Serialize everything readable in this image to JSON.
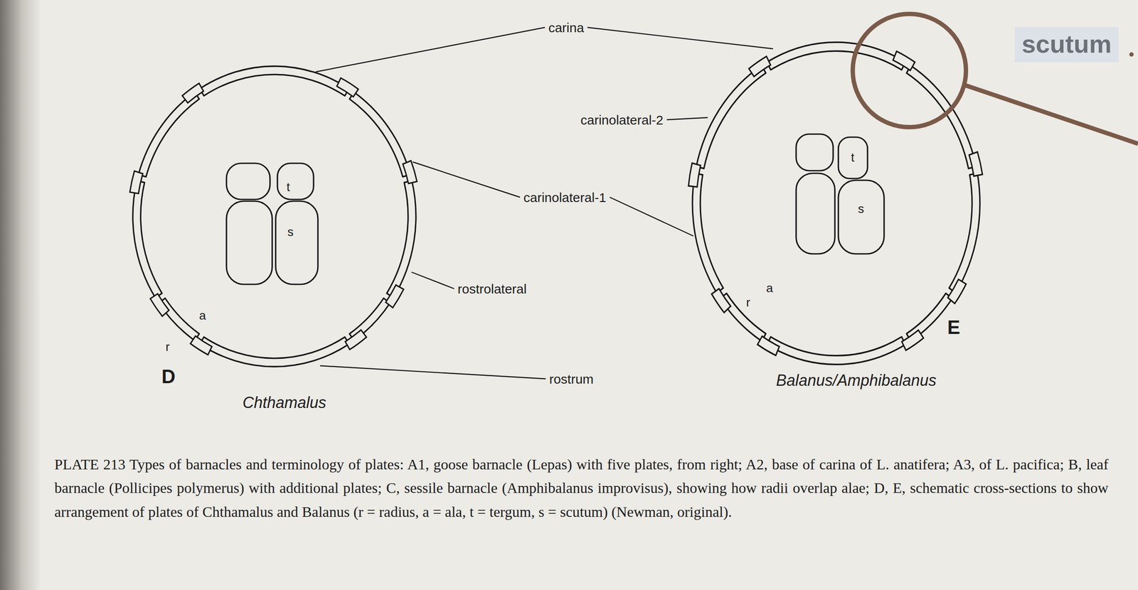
{
  "diagram": {
    "caption": "PLATE 213 Types of barnacles and terminology of plates: A1, goose barnacle (Lepas) with five plates, from right; A2, base of carina of L. anatifera; A3, of L. pacifica; B, leaf barnacle (Pollicipes polymerus) with additional plates; C, sessile barnacle (Amphibalanus improvisus), showing how radii overlap alae; D, E, schematic cross-sections to show arrangement of plates of Chthamalus and Balanus (r = radius, a = ala, t = tergum, s = scutum) (Newman, original).",
    "nodes": [
      {
        "text": [
          "scutum"
        ]
      }
    ],
    "labels": [
      "carina",
      "carinolateral-2",
      "carinolateral-1",
      "rostrolateral",
      "rostrum",
      "t",
      "s",
      "a",
      "r",
      "D",
      "Chthamalus",
      "t",
      "s",
      "a",
      "r",
      "E",
      "Balanus/Amphibalanus"
    ]
  }
}
